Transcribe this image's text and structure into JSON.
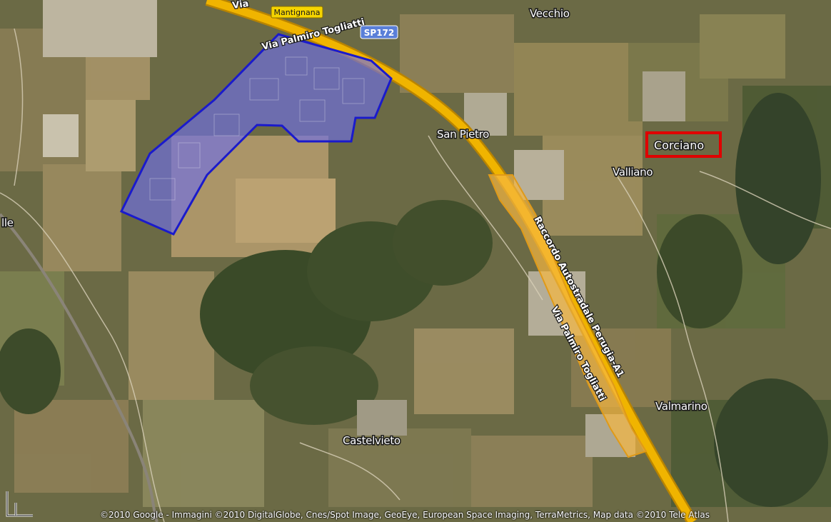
{
  "map": {
    "colors": {
      "background": "#6b6a45",
      "field_light": "#a89568",
      "field_dark": "#7a6a45",
      "field_green": "#5d6a3c",
      "forest": "#3a4a28",
      "highway": "#f0b400",
      "highway_edge": "#b98400",
      "industrial_fill": "#6e6ee6",
      "industrial_stroke": "#1a1acc",
      "corridor_fill": "#f5b640",
      "corridor_stroke": "#e09a18",
      "highlight_box": "#e00000"
    },
    "place_labels": {
      "vecchio": "Vecchio",
      "san_pietro": "San Pietro",
      "valliano": "Valliano",
      "valmarino": "Valmarino",
      "castelvieto": "Castelvieto",
      "left_edge": "lle"
    },
    "highlighted_place": "Corciano",
    "road_labels": {
      "via_top": "Via Palmiro Togliatti",
      "raccordo": "Raccordo Autostradale Perugia-A1",
      "via_bottom": "Via Palmiro Togliatti",
      "via_corner": "Via"
    },
    "shields": {
      "sp172": "SP172",
      "mantignana": "Mantignana"
    },
    "attribution": "©2010 Google - Immagini ©2010 DigitalGlobe, Cnes/Spot Image, GeoEye, European Space Imaging, TerraMetrics, Map data ©2010 Tele Atlas"
  }
}
